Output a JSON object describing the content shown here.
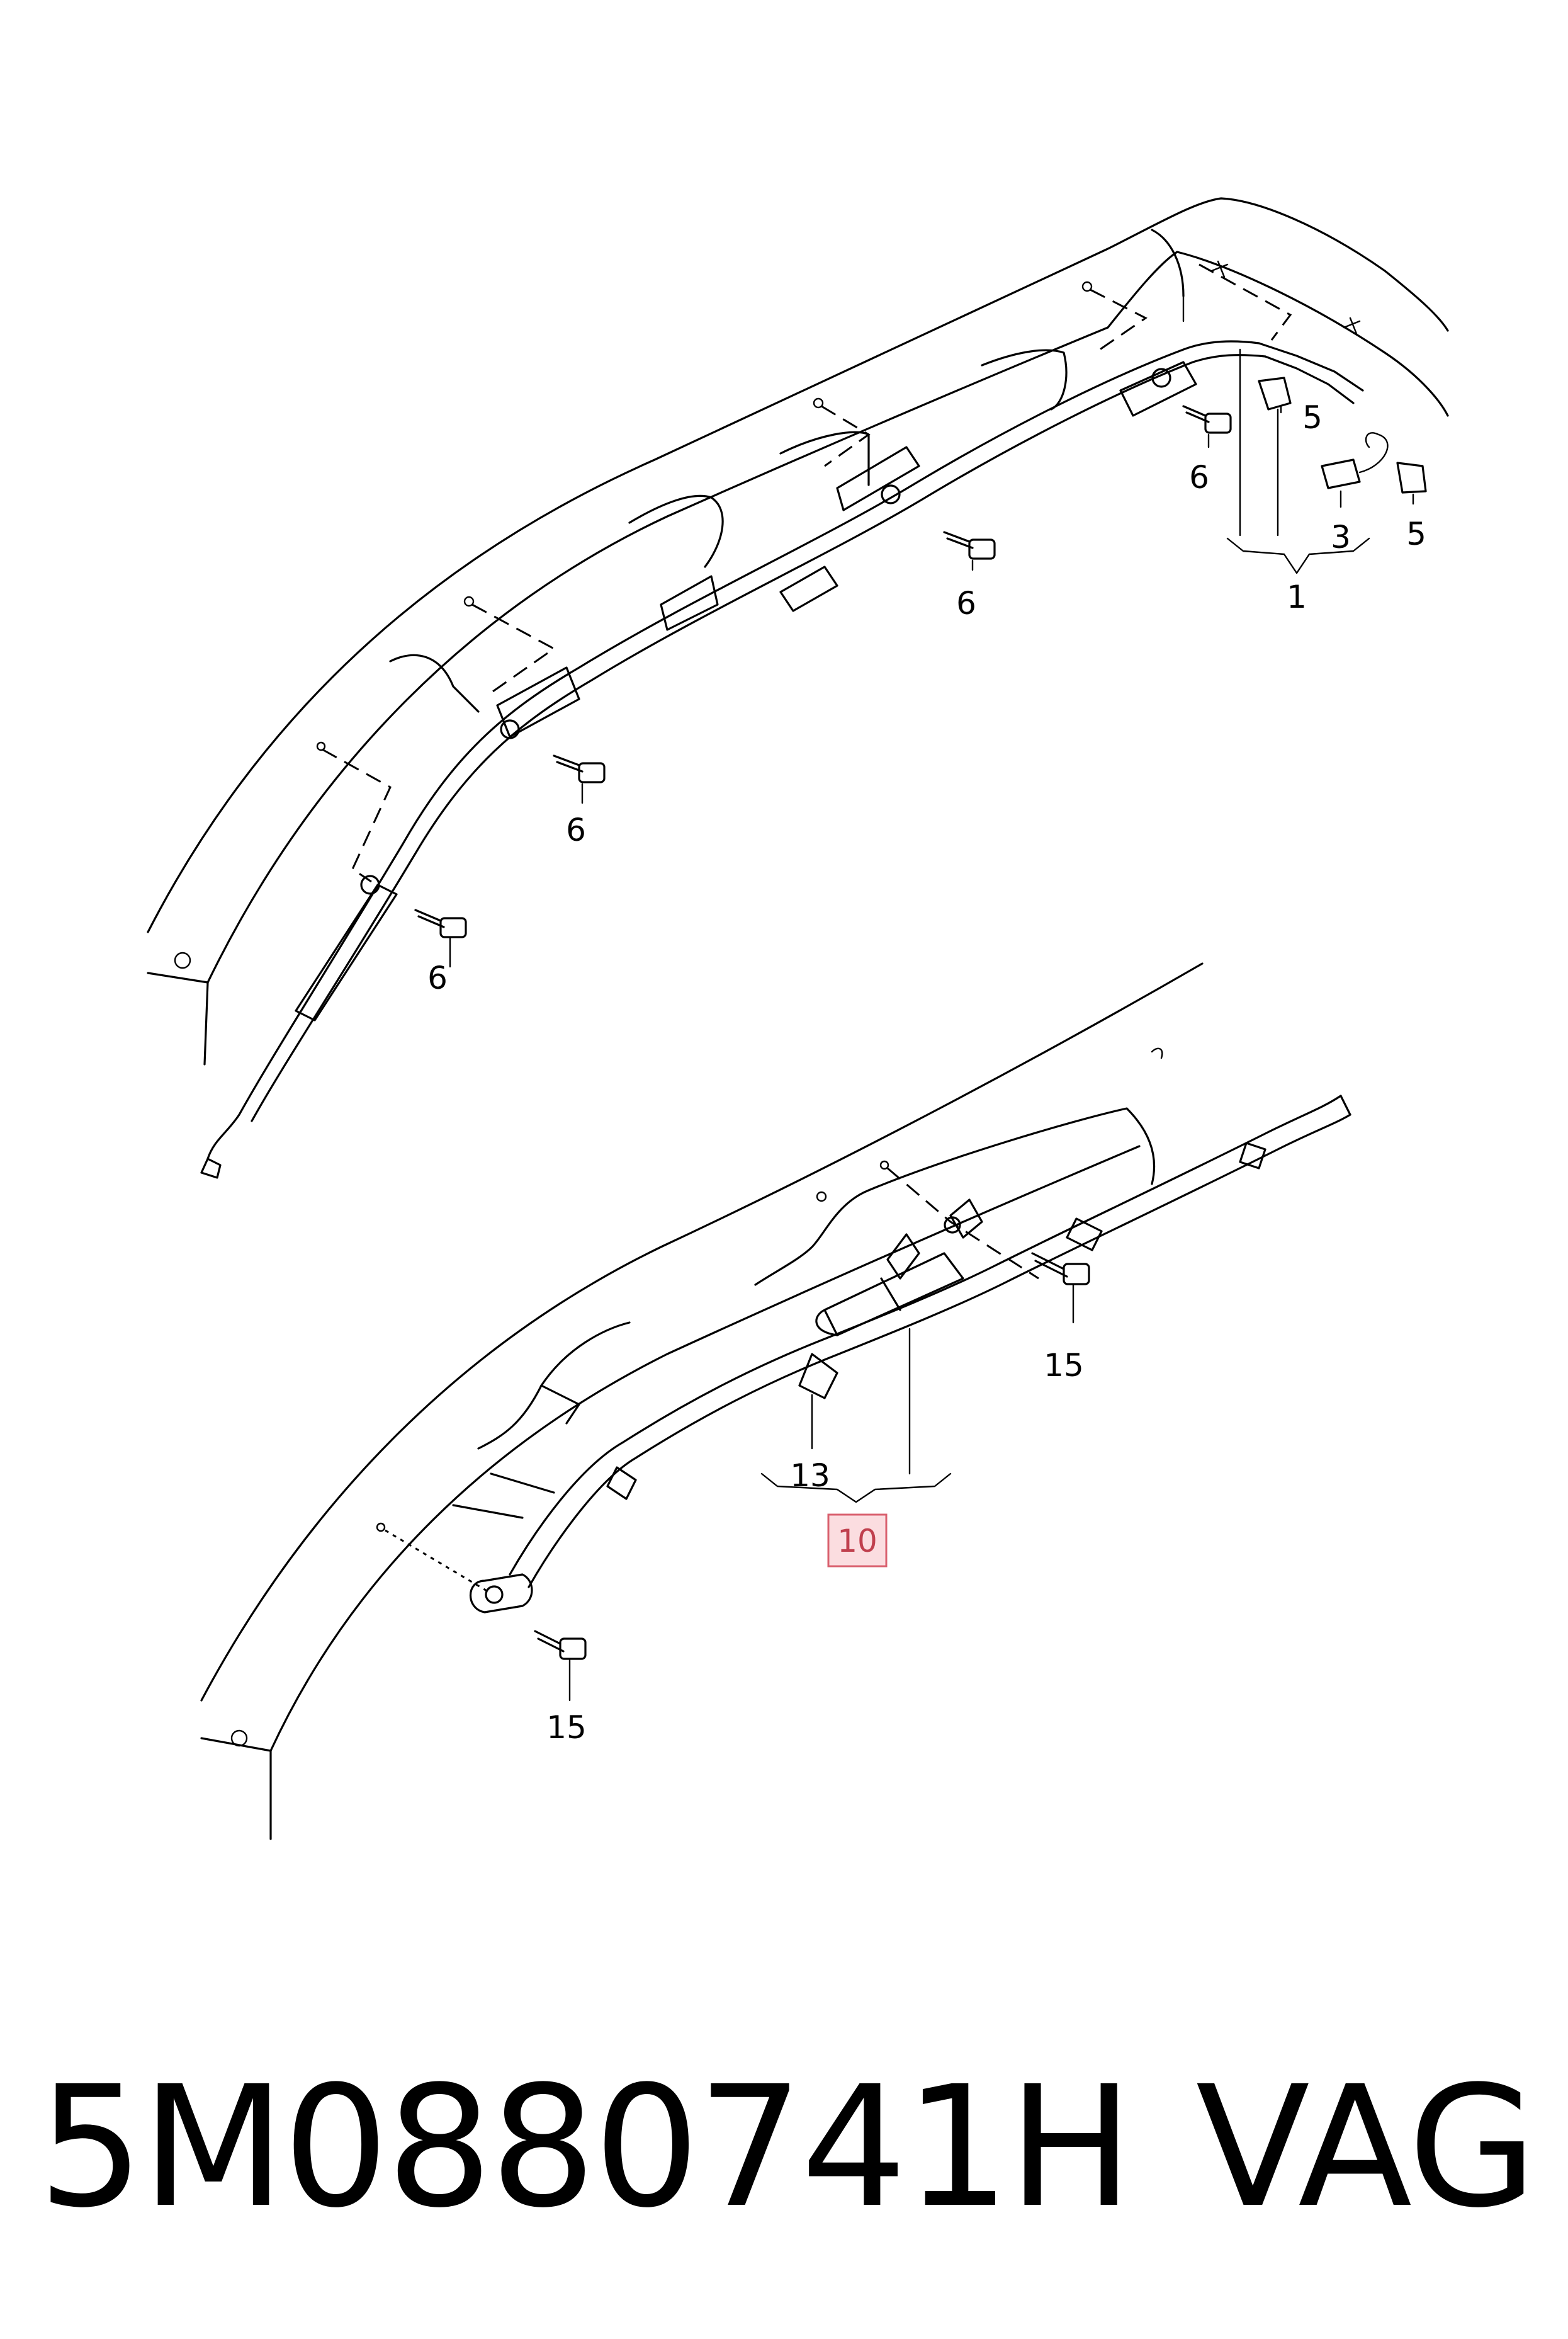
{
  "callouts": {
    "c1": "1",
    "c3": "3",
    "c5a": "5",
    "c5b": "5",
    "c6a": "6",
    "c6b": "6",
    "c6c": "6",
    "c6d": "6",
    "c10": "10",
    "c13": "13",
    "c15a": "15",
    "c15b": "15"
  },
  "highlight": {
    "label": "10",
    "color": "#fbdde0",
    "border": "#d9606e"
  },
  "footer": {
    "part_number": "5M0880741H",
    "brand": "VAG"
  }
}
